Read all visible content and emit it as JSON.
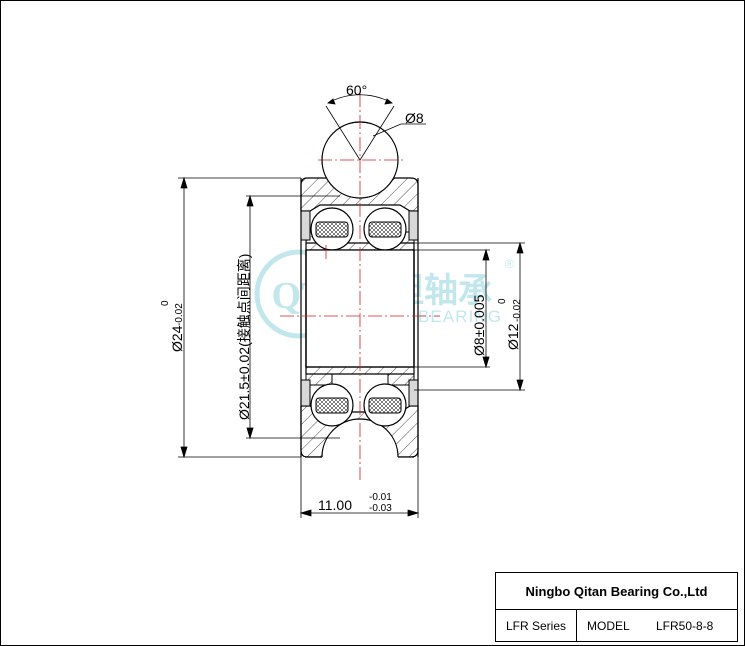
{
  "drawing": {
    "angle_label": "60°",
    "ball_dia_label": "Ø8",
    "outer_dia_label": "Ø24",
    "outer_dia_tol_upper": "0",
    "outer_dia_tol_lower": "-0.02",
    "contact_dia_label": "Ø21.5±0.02(接触点间距离)",
    "bore_label": "Ø8±0.005",
    "inner_dia_label": "Ø12",
    "inner_dia_tol_upper": "0",
    "inner_dia_tol_lower": "-0.02",
    "width_label": "11.00",
    "width_tol_upper": "-0.01",
    "width_tol_lower": "-0.03",
    "watermark_cn": "奇坦轴承",
    "watermark_en": "QITAN BEARING",
    "watermark_logo": "QT",
    "watermark_mark": "®"
  },
  "title_block": {
    "company": "Ningbo Qitan Bearing Co.,Ltd",
    "series": "LFR Series",
    "model_label": "MODEL",
    "model_value": "LFR50-8-8"
  },
  "colors": {
    "line": "#000000",
    "center_line": "#d42020",
    "watermark": "#8fd3de",
    "seal_fill": "#d8d8d8"
  }
}
